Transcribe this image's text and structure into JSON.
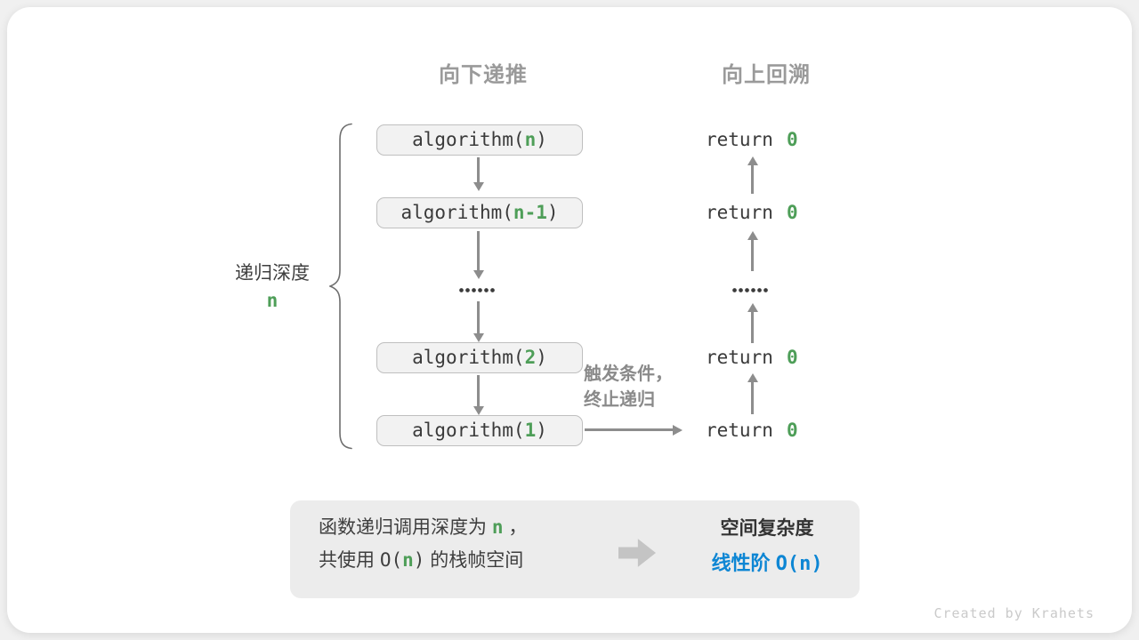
{
  "colors": {
    "green": "#4e9e58",
    "blue": "#0d86d4",
    "code_text": "#3a3a3a",
    "header_gray": "#9a9a9a",
    "arrow_gray": "#8d8d8d",
    "box_fill": "#f2f2f2",
    "box_border": "#bfbfbf",
    "summary_bg": "#ececec",
    "panel_bg": "#ffffff"
  },
  "headers": {
    "downward": "向下递推",
    "upward": "向上回溯"
  },
  "depth": {
    "label": "递归深度",
    "var": "n"
  },
  "calls": [
    {
      "fn": "algorithm(",
      "arg": "n",
      "close": ")"
    },
    {
      "fn": "algorithm(",
      "arg": "n-1",
      "close": ")"
    },
    {
      "fn": "algorithm(",
      "arg": "2",
      "close": ")"
    },
    {
      "fn": "algorithm(",
      "arg": "1",
      "close": ")"
    }
  ],
  "returns": [
    {
      "keyword": "return",
      "value": "0"
    },
    {
      "keyword": "return",
      "value": "0"
    },
    {
      "keyword": "return",
      "value": "0"
    },
    {
      "keyword": "return",
      "value": "0"
    }
  ],
  "ellipsis": "......",
  "trigger": {
    "line1": "触发条件，",
    "line2": "终止递归"
  },
  "summary": {
    "line1": {
      "pre": "函数递归调用深度为 ",
      "var": "n",
      "post": " ，"
    },
    "line2": {
      "pre": "共使用 ",
      "o_open": "O(",
      "var": "n",
      "o_close": ")",
      "post": " 的栈帧空间"
    },
    "title": "空间复杂度",
    "result": {
      "cn": "线性阶 ",
      "o_open": "O(",
      "var": "n",
      "o_close": ")"
    }
  },
  "credit": "Created by Krahets"
}
